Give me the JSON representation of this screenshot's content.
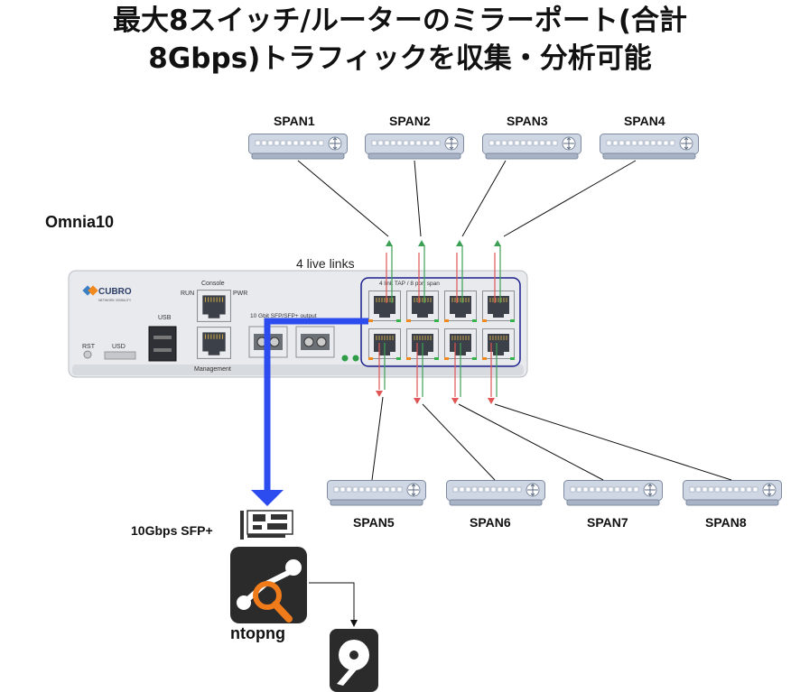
{
  "title": {
    "line1": "最大8スイッチ/ルーターのミラーポート(合計",
    "line2": "8Gbps)トラフィックを収集・分析可能"
  },
  "device": {
    "name": "Omnia10",
    "brand": "CUBRO",
    "brand_sub": "NETWORK VISIBILITY",
    "live_links": "4 live links",
    "tap_label": "4 link TAP / 8 port span",
    "console": "Console",
    "run": "RUN",
    "pwr": "PWR",
    "usb": "USB",
    "rst": "RST",
    "usd": "USD",
    "management": "Management",
    "sfp_output": "10 Gbit SFP/SFP+ output"
  },
  "span_top": [
    "SPAN1",
    "SPAN2",
    "SPAN3",
    "SPAN4"
  ],
  "span_bottom": [
    "SPAN5",
    "SPAN6",
    "SPAN7",
    "SPAN8"
  ],
  "nic_label": "10Gbps SFP+",
  "app_label": "ntopng",
  "colors": {
    "port_box": "#1a1f8c",
    "arrow": "#2d4cf0",
    "rx_line": "#e05555",
    "tx_line": "#3ca055",
    "app_bg": "#2b2b2b",
    "magnifier": "#f07b1a",
    "switch_body": "#cdd6e3"
  }
}
